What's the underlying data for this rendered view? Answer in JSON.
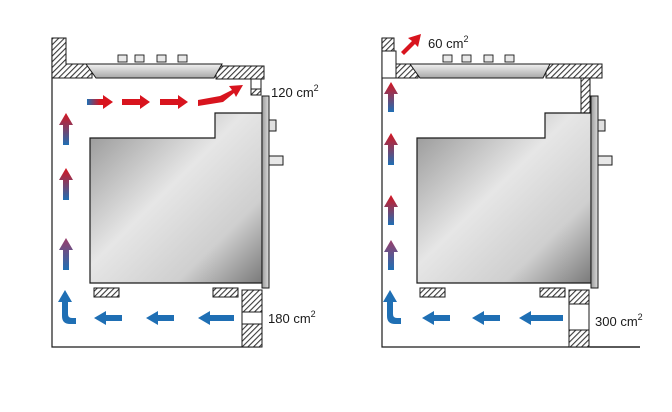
{
  "diagrams": [
    {
      "id": "left",
      "outlet_label": {
        "value": "120",
        "unit": "cm",
        "exp": "2"
      },
      "inlet_label": {
        "value": "180",
        "unit": "cm",
        "exp": "2"
      }
    },
    {
      "id": "right",
      "outlet_label": {
        "value": "60",
        "unit": "cm",
        "exp": "2"
      },
      "inlet_label": {
        "value": "300",
        "unit": "cm",
        "exp": "2"
      }
    }
  ],
  "colors": {
    "cold_air": "#1f6fb4",
    "hot_air": "#d8141e",
    "outline": "#1a1a1a",
    "hatch": "#4a4a4a"
  },
  "icons": [
    "airflow-arrow",
    "hob-burner",
    "oven-knob"
  ]
}
